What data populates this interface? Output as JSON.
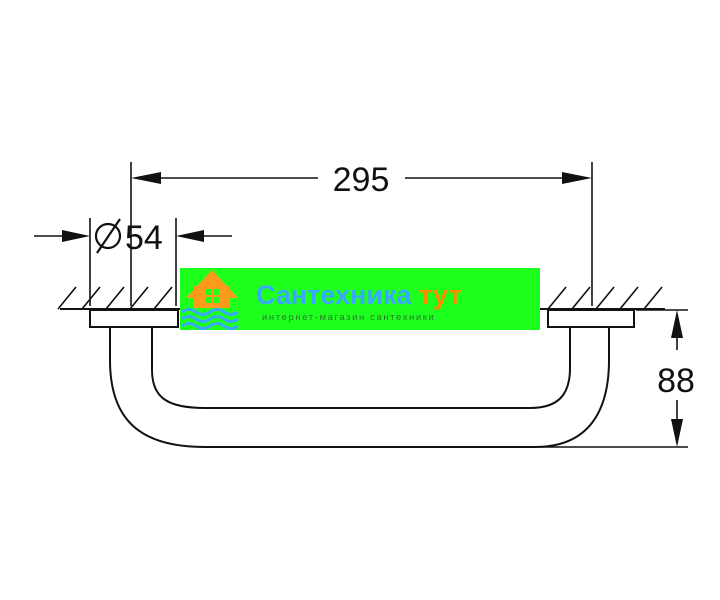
{
  "dimensions": {
    "length": "295",
    "diameter": "54",
    "depth": "88"
  },
  "watermark": {
    "title_main": "Сантехника ",
    "title_accent": "тут",
    "subtitle": "интернет-магазин сантехники"
  },
  "colors": {
    "line": "#111111",
    "banner_bg": "#1dff1d",
    "title_blue": "#3aa8ff",
    "title_orange": "#ff8a00",
    "subtitle": "#2a7a2a"
  }
}
